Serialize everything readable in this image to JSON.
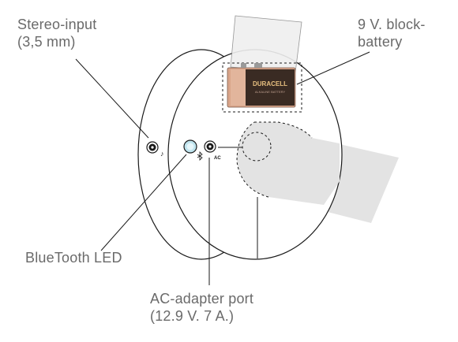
{
  "labels": {
    "stereo_input": [
      "Stereo-input",
      "(3,5 mm)"
    ],
    "battery": [
      "9 V. block-",
      "battery"
    ],
    "bluetooth_led": [
      "BlueTooth LED"
    ],
    "ac_port": [
      "AC-adapter port",
      "(12.9 V. 7 A.)"
    ]
  },
  "battery_brand": "DURACELL",
  "battery_subtext": "ALKALINE BATTERY",
  "port_ac_label": "AC",
  "colors": {
    "line": "#1a1a1a",
    "label_text": "#6a6a6a",
    "led": "#bfe4ee",
    "battery_body": "#d9a58a",
    "battery_label": "#3a2b23",
    "projection": "#e3e3e3"
  },
  "icons": {
    "stereo": "music-note-icon",
    "bluetooth": "bluetooth-icon"
  }
}
